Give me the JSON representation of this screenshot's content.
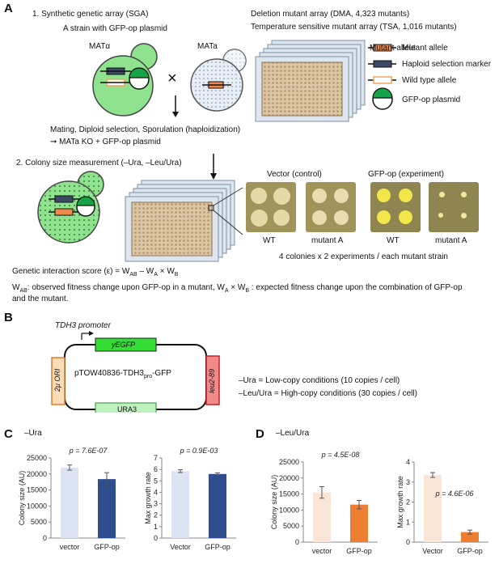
{
  "panels": {
    "A": "A",
    "B": "B",
    "C": "C",
    "D": "D"
  },
  "sectionA": {
    "step1": "1. Synthetic genetic array (SGA)",
    "strain_label": "A strain with GFP-op plasmid",
    "mat_alpha": "MATα",
    "mat_a": "MATa",
    "cross": "×",
    "dma": "Deletion mutant array (DMA, 4,323 mutants)",
    "tsa": "Temperature sensitive mutant array (TSA, 1,016 mutants)",
    "legend": [
      {
        "label": "Mutant allele",
        "color": "#f08a4b"
      },
      {
        "label": "Haploid selection marker",
        "color": "#3c4a63"
      },
      {
        "label": "Wild type allele",
        "color": "#f3c38d"
      },
      {
        "label": "GFP-op plasmid",
        "color": "#14a346"
      }
    ],
    "mating": "Mating, Diploid selection, Sporulation (haploidization)",
    "result": "➞ MATa KO + GFP-op plasmid",
    "step2": "2. Colony size measurement (–Ura, –Leu/Ura)",
    "vector_title": "Vector (control)",
    "gfp_title": "GFP-op (experiment)",
    "plate_labels": [
      "WT",
      "mutant A",
      "WT",
      "mutant A"
    ],
    "colonies_note": "4 colonies x 2 experiments / each mutant strain",
    "score": "Genetic interaction score (ε) = W",
    "score_ab": "AB",
    "score_mid": " – W",
    "score_a": "A",
    "score_x": " × W",
    "score_b": "B",
    "def_w": "W",
    "def_ab": "AB",
    "def_text1": ": observed fitness change upon GFP-op in a mutant, W",
    "def_a": "A",
    "def_x": " × W",
    "def_b": "B",
    "def_text2": " : expected fitness change upon the combination of GFP-op",
    "def_line2": "and the mutant."
  },
  "sectionB": {
    "promoter": "TDH3 promoter",
    "yegfp": "yEGFP",
    "ori": "2μ ORI",
    "plasmid_main": "pTOW40836-TDH3",
    "plasmid_sub": "pro",
    "plasmid_end": "-GFP",
    "leu": "leu2-89",
    "ura3": "URA3",
    "cond1": "–Ura = Low-copy conditions (10 copies / cell)",
    "cond2": "–Leu/Ura = High-copy conditions (30 copies / cell)"
  },
  "chart_data": [
    {
      "type": "bar",
      "panel": "C",
      "condition": "–Ura",
      "ylabel": "Colony size (AU)",
      "categories": [
        "vector",
        "GFP-op"
      ],
      "values": [
        22000,
        18400
      ],
      "errors": [
        800,
        2000
      ],
      "ylim": [
        0,
        25000
      ],
      "yticks": [
        0,
        5000,
        10000,
        15000,
        20000,
        25000
      ],
      "pvalue": "p = 7.6E-07",
      "colors": [
        "#dce3f3",
        "#2e4d8e"
      ]
    },
    {
      "type": "bar",
      "panel": "C",
      "ylabel": "Max growth rate",
      "categories": [
        "Vector",
        "GFP-op"
      ],
      "values": [
        5.85,
        5.6
      ],
      "errors": [
        0.12,
        0.1
      ],
      "ylim": [
        0,
        7
      ],
      "yticks": [
        0,
        1,
        2,
        3,
        4,
        5,
        6,
        7
      ],
      "pvalue": "p = 0.9E-03",
      "colors": [
        "#dce3f3",
        "#2e4d8e"
      ]
    },
    {
      "type": "bar",
      "panel": "D",
      "condition": "–Leu/Ura",
      "ylabel": "Colony size (AU)",
      "categories": [
        "vector",
        "GFP-op"
      ],
      "values": [
        15500,
        11700
      ],
      "errors": [
        1800,
        1300
      ],
      "ylim": [
        0,
        25000
      ],
      "yticks": [
        0,
        5000,
        10000,
        15000,
        20000,
        25000
      ],
      "pvalue": "p = 4.5E-08",
      "colors": [
        "#fbe5d6",
        "#ed7d31"
      ]
    },
    {
      "type": "bar",
      "panel": "D",
      "ylabel": "Max growth rate",
      "categories": [
        "Vector",
        "GFP-op"
      ],
      "values": [
        3.35,
        0.5
      ],
      "errors": [
        0.12,
        0.1
      ],
      "ylim": [
        0,
        4
      ],
      "yticks": [
        0,
        1,
        2,
        3,
        4
      ],
      "pvalue": "p = 4.6E-06",
      "colors": [
        "#fbe5d6",
        "#ed7d31"
      ]
    }
  ]
}
